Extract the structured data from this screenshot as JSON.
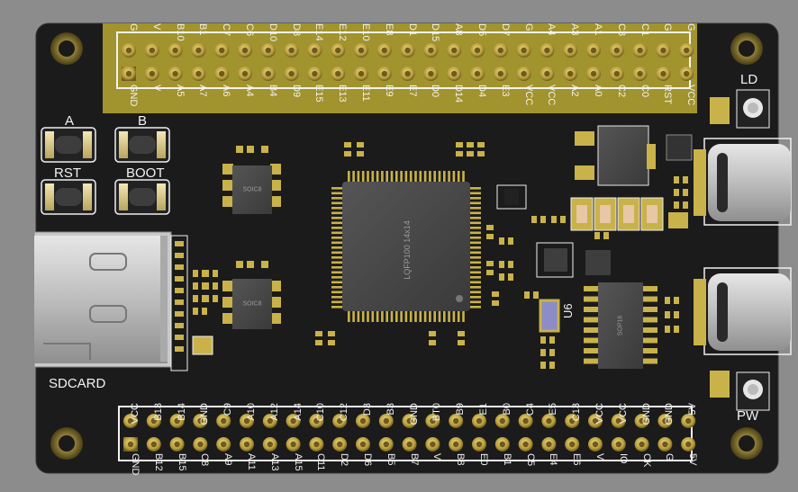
{
  "board": {
    "colors": {
      "background": "#8c8c8c",
      "pcb": "#1b1b1b",
      "silkscreen": "#f0f0f0",
      "header_highlight": "#d8c62a",
      "pad_gold": "#c9b24a",
      "chip": "#4a4a4a",
      "usb_metal": "#c8c8c8"
    },
    "top_header": {
      "row_top": [
        "G",
        "V",
        "B10",
        "B1",
        "C7",
        "C6",
        "D10",
        "D8",
        "E14",
        "E12",
        "E10",
        "E8",
        "D1",
        "D15",
        "A8",
        "D5",
        "D7",
        "G",
        "A4",
        "A3",
        "A1",
        "C3",
        "C1",
        "G",
        "G"
      ],
      "row_bottom": [
        "GND",
        "V",
        "A5",
        "A7",
        "A6",
        "A4",
        "B4",
        "D9",
        "E15",
        "E13",
        "E11",
        "E9",
        "E7",
        "D0",
        "D14",
        "D4",
        "E3",
        "VCC",
        "VCC",
        "A2",
        "A0",
        "C2",
        "C0",
        "RST",
        "VCC"
      ]
    },
    "bottom_header": {
      "row_top": [
        "VCC",
        "B13",
        "B14",
        "GND",
        "C9",
        "A10",
        "A12",
        "A14",
        "C10",
        "C12",
        "D3",
        "B3",
        "GND",
        "BT0",
        "B9",
        "E1",
        "B0",
        "C4",
        "E5",
        "C13",
        "VCC",
        "VCC",
        "GND",
        "GND",
        "5V"
      ],
      "row_bottom": [
        "GND",
        "B12",
        "B15",
        "C8",
        "A9",
        "A11",
        "A13",
        "A15",
        "C11",
        "D2",
        "D6",
        "B5",
        "B7",
        "V",
        "B8",
        "E0",
        "B1",
        "C5",
        "E4",
        "E6",
        "V",
        "IO",
        "CK",
        "G",
        "5V"
      ]
    },
    "labels": {
      "button_a": "A",
      "button_b": "B",
      "button_rst": "RST",
      "button_boot": "BOOT",
      "sdcard": "SDCARD",
      "led_ld": "LD",
      "led_pw": "PW",
      "u6": "U6"
    },
    "chips": {
      "mcu": "LQFP100 14x14",
      "soic_top": "SOIC8",
      "soic_bottom": "SOIC8",
      "sop_right": "SOP16"
    },
    "icons": [
      "mounting-hole-icon",
      "tactile-button-icon",
      "usb-c-connector-icon",
      "sd-card-slot-icon",
      "led-icon",
      "pin-header-icon"
    ]
  }
}
